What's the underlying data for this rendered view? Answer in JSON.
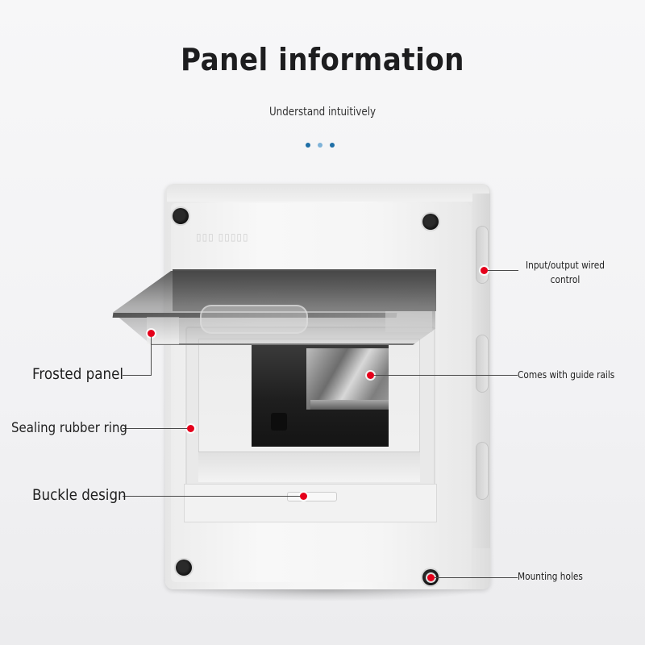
{
  "header": {
    "title": "Panel information",
    "subtitle": "Understand intuitively",
    "dots": [
      {
        "color": "#1f6fa6"
      },
      {
        "color": "#7fb3d8"
      },
      {
        "color": "#1f6fa6"
      }
    ]
  },
  "callouts": {
    "input_output": {
      "line1": "Input/output wired",
      "line2": "control"
    },
    "guide_rails": "Comes with guide rails",
    "mounting_holes": "Mounting holes",
    "frosted_panel": "Frosted panel",
    "sealing_ring": "Sealing rubber ring",
    "buckle_design": "Buckle design"
  },
  "colors": {
    "marker": "#e5001b",
    "leader_line": "#4a4a4a"
  }
}
